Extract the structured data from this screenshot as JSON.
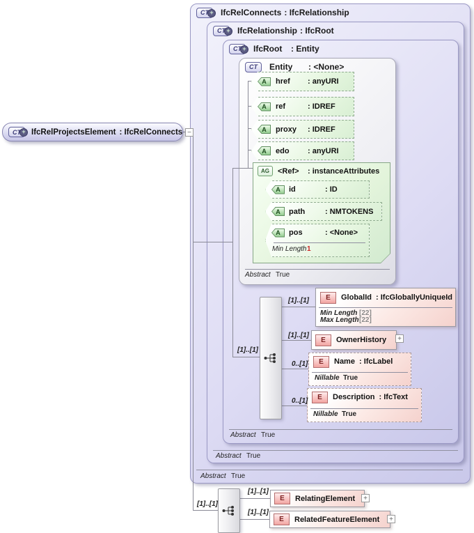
{
  "colors": {
    "container_fill": "#dedcf4",
    "container_border": "#9a98c4",
    "attribute_fill": "#e8f7e2",
    "attribute_border": "#90ac90",
    "element_fill": "#f5d2cd",
    "element_icon_border": "#b36d6d",
    "facet_red": "#cc2222",
    "connector": "#8a8a96"
  },
  "icons": {
    "complex_type": "CT",
    "attribute": "A",
    "attribute_group": "AG",
    "element": "E",
    "expand": "+",
    "collapse": "−"
  },
  "root_element": {
    "name": "IfcRelProjectsElement",
    "type": ": IfcRelConnects"
  },
  "containers": [
    {
      "name": "IfcRelConnects",
      "type": ": IfcRelationship",
      "facet": {
        "label": "Abstract",
        "value": "True"
      }
    },
    {
      "name": "IfcRelationship",
      "type": ": IfcRoot",
      "facet": {
        "label": "Abstract",
        "value": "True"
      }
    },
    {
      "name": "IfcRoot",
      "type": ": Entity",
      "facet": {
        "label": "Abstract",
        "value": "True"
      }
    },
    {
      "name": "Entity",
      "type": ": <None>",
      "facet": {
        "label": "Abstract",
        "value": "True"
      }
    }
  ],
  "attributes": [
    {
      "name": "href",
      "type": ": anyURI"
    },
    {
      "name": "ref",
      "type": ": IDREF"
    },
    {
      "name": "proxy",
      "type": ": IDREF"
    },
    {
      "name": "edo",
      "type": ": anyURI"
    }
  ],
  "attribute_group": {
    "name": "<Ref>",
    "type": ": instanceAttributes",
    "attributes": [
      {
        "name": "id",
        "type": ": ID"
      },
      {
        "name": "path",
        "type": ": NMTOKENS"
      },
      {
        "name": "pos",
        "type": ": <None>",
        "facet": {
          "label": "Min Length",
          "value": "1"
        }
      }
    ]
  },
  "content_model": {
    "cardinality": "[1]..[1]",
    "elements": [
      {
        "name": "GlobalId",
        "type": ": IfcGloballyUniqueId",
        "cardinality": "[1]..[1]",
        "facets": [
          {
            "label": "Min Length",
            "value": "[22]"
          },
          {
            "label": "Max Length",
            "value": "[22]"
          }
        ]
      },
      {
        "name": "OwnerHistory",
        "cardinality": "[1]..[1]"
      },
      {
        "name": "Name",
        "type": ": IfcLabel",
        "cardinality": "0..[1]",
        "facets": [
          {
            "label": "Nillable",
            "value": "True"
          }
        ]
      },
      {
        "name": "Description",
        "type": ": IfcText",
        "cardinality": "0..[1]",
        "facets": [
          {
            "label": "Nillable",
            "value": "True"
          }
        ]
      }
    ]
  },
  "root_content": {
    "cardinality": "[1]..[1]",
    "elements": [
      {
        "name": "RelatingElement",
        "cardinality": "[1]..[1]"
      },
      {
        "name": "RelatedFeatureElement",
        "cardinality": "[1]..[1]"
      }
    ]
  }
}
